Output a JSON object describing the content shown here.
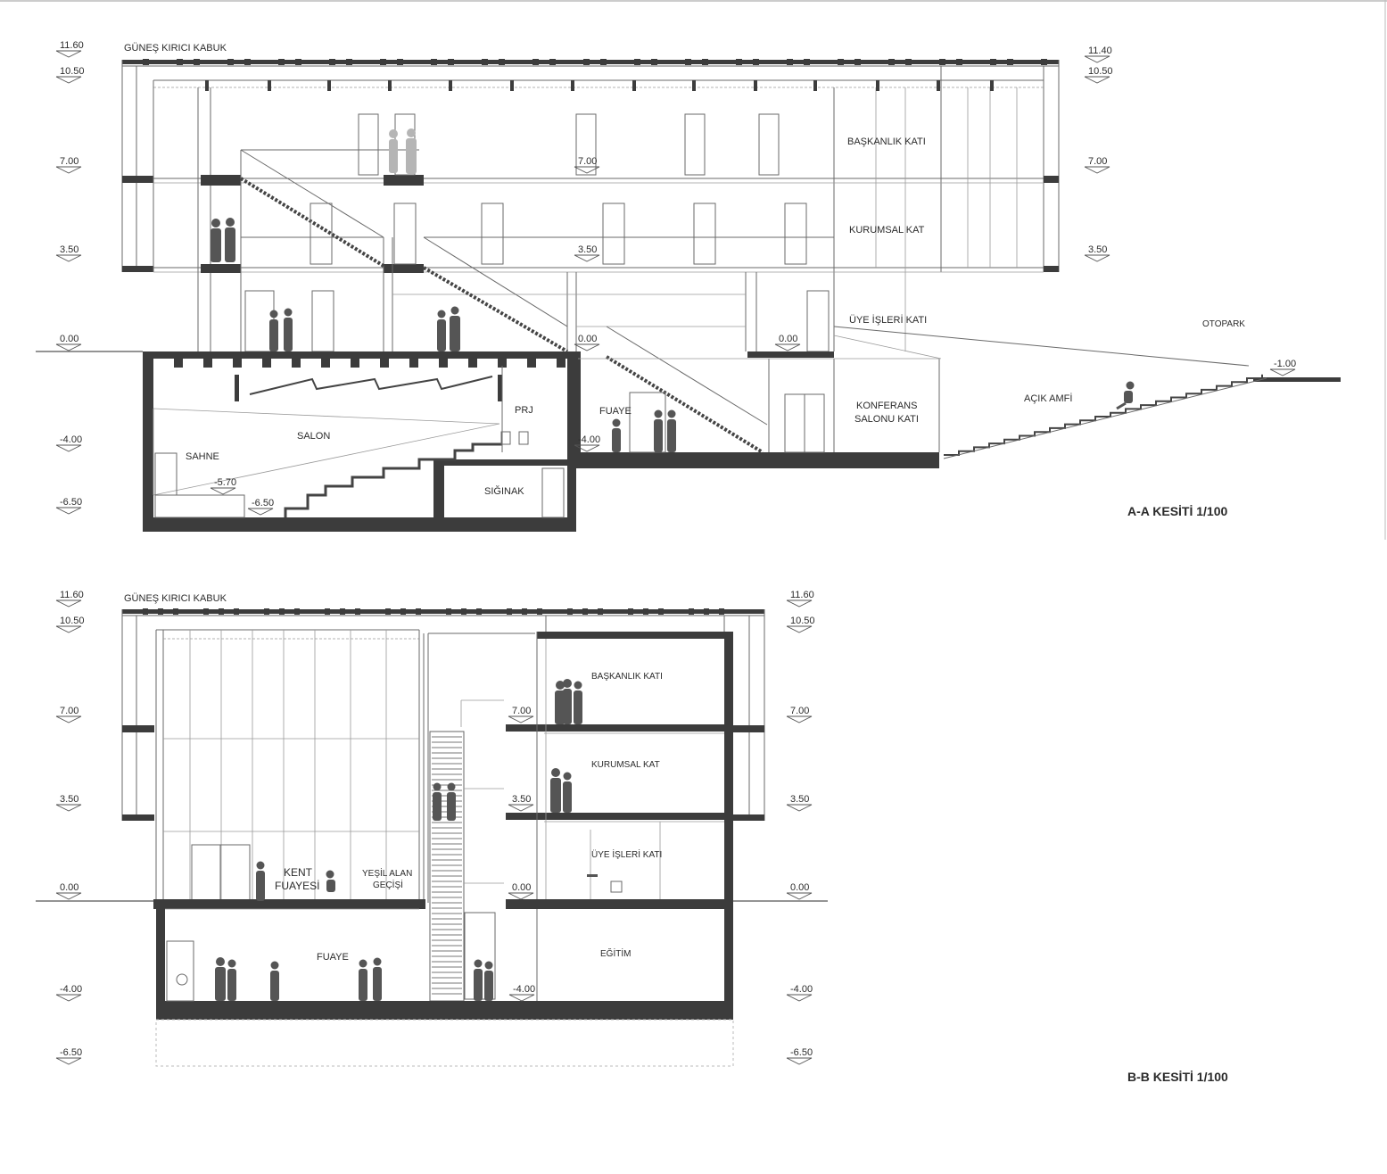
{
  "sections": {
    "aa": {
      "title": "A-A KESİTİ 1/100",
      "shell_label": "GÜNEŞ KIRICI KABUK",
      "levels_left": [
        "11.60",
        "10.50",
        "7.00",
        "3.50",
        "0.00",
        "-4.00",
        "-6.50"
      ],
      "levels_right": [
        "11.40",
        "10.50",
        "7.00",
        "3.50"
      ],
      "levels_inner": [
        "7.00",
        "3.50",
        "0.00",
        "0.00",
        "-4.00",
        "-5.70",
        "-6.50",
        "-1.00"
      ],
      "floor_labels": [
        "BAŞKANLIK KATI",
        "KURUMSAL KAT",
        "ÜYE İŞLERİ KATI"
      ],
      "room_labels": [
        "SALON",
        "SAHNE",
        "PRJ",
        "SIĞINAK",
        "FUAYE",
        "KONFERANS",
        "SALONU KATI",
        "AÇIK AMFİ",
        "OTOPARK"
      ]
    },
    "bb": {
      "title": "B-B KESİTİ 1/100",
      "shell_label": "GÜNEŞ KIRICI KABUK",
      "levels_left": [
        "11.60",
        "10.50",
        "7.00",
        "3.50",
        "0.00",
        "-4.00",
        "-6.50"
      ],
      "levels_right": [
        "11.60",
        "10.50",
        "7.00",
        "3.50",
        "0.00",
        "-4.00",
        "-6.50"
      ],
      "levels_inner": [
        "7.00",
        "3.50",
        "0.00",
        "-4.00"
      ],
      "floor_labels": [
        "BAŞKANLIK KATI",
        "KURUMSAL KAT",
        "ÜYE İŞLERİ KATI"
      ],
      "room_labels": [
        "KENT",
        "FUAYESİ",
        "YEŞİL ALAN",
        "GEÇİŞİ",
        "FUAYE",
        "EĞİTİM"
      ]
    }
  },
  "colors": {
    "line": "#6a6a6a",
    "solid": "#3c3c3c",
    "people": "#555555",
    "ghost": "#b5b5b5"
  }
}
